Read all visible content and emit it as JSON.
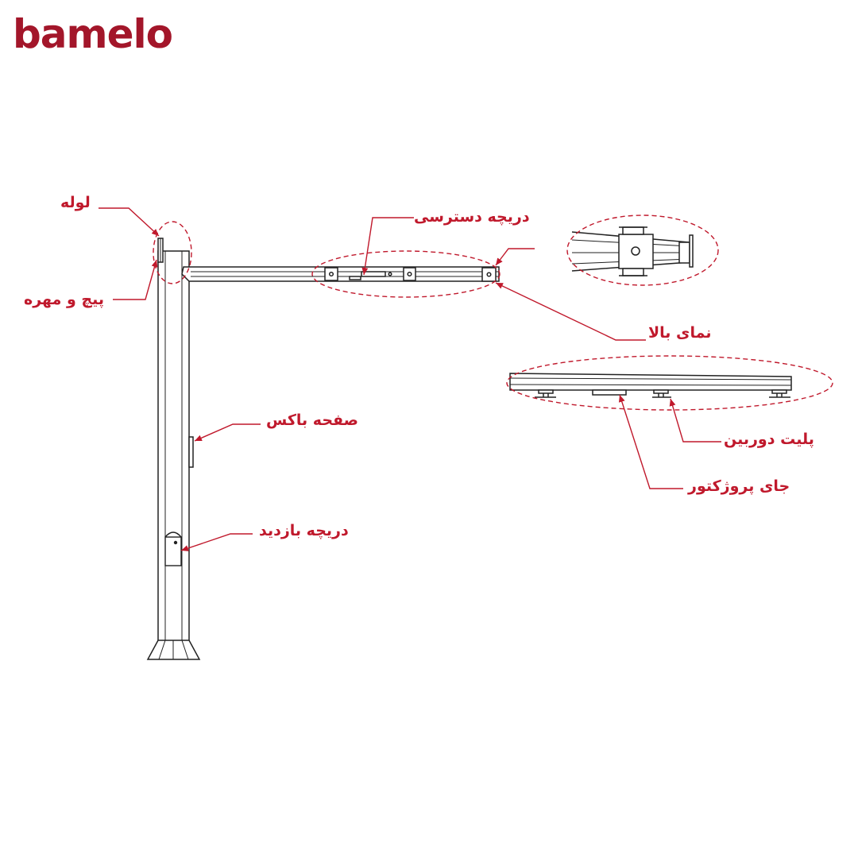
{
  "brand": {
    "name": "bamelo",
    "color": "#a3162a"
  },
  "accent_color": "#c0192c",
  "line_color": "#222222",
  "labels": {
    "pipe": "لوله",
    "bolt_nut": "پیچ و مهره",
    "access_hatch": "دریچه دسترسی",
    "top_view": "نمای بالا",
    "box_plate": "صفحه باکس",
    "inspection_hatch": "دریچه بازدید",
    "camera_plate": "پلیت دوربین",
    "projector_mount": "جای پروژکتور"
  }
}
